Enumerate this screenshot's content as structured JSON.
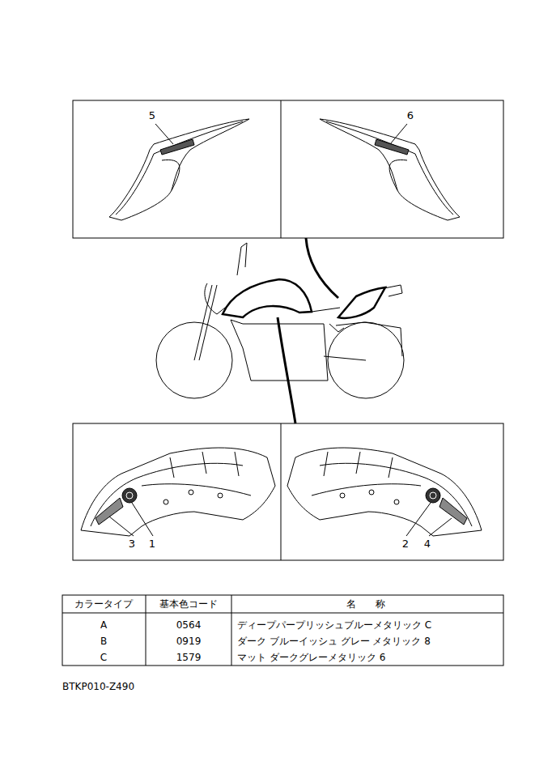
{
  "diagram": {
    "labels": [
      "5",
      "6",
      "3",
      "1",
      "2",
      "4",
      "カラータイプ",
      "基本色コード",
      "名　　称",
      "A",
      "0564",
      "ディープパープリッシュブルーメタリック C",
      "B",
      "0919",
      "ダーク ブルーイッシュ グレー メタリック 8",
      "C",
      "1579",
      "マット ダークグレーメタリック 6",
      "BTKP010-Z490"
    ]
  }
}
